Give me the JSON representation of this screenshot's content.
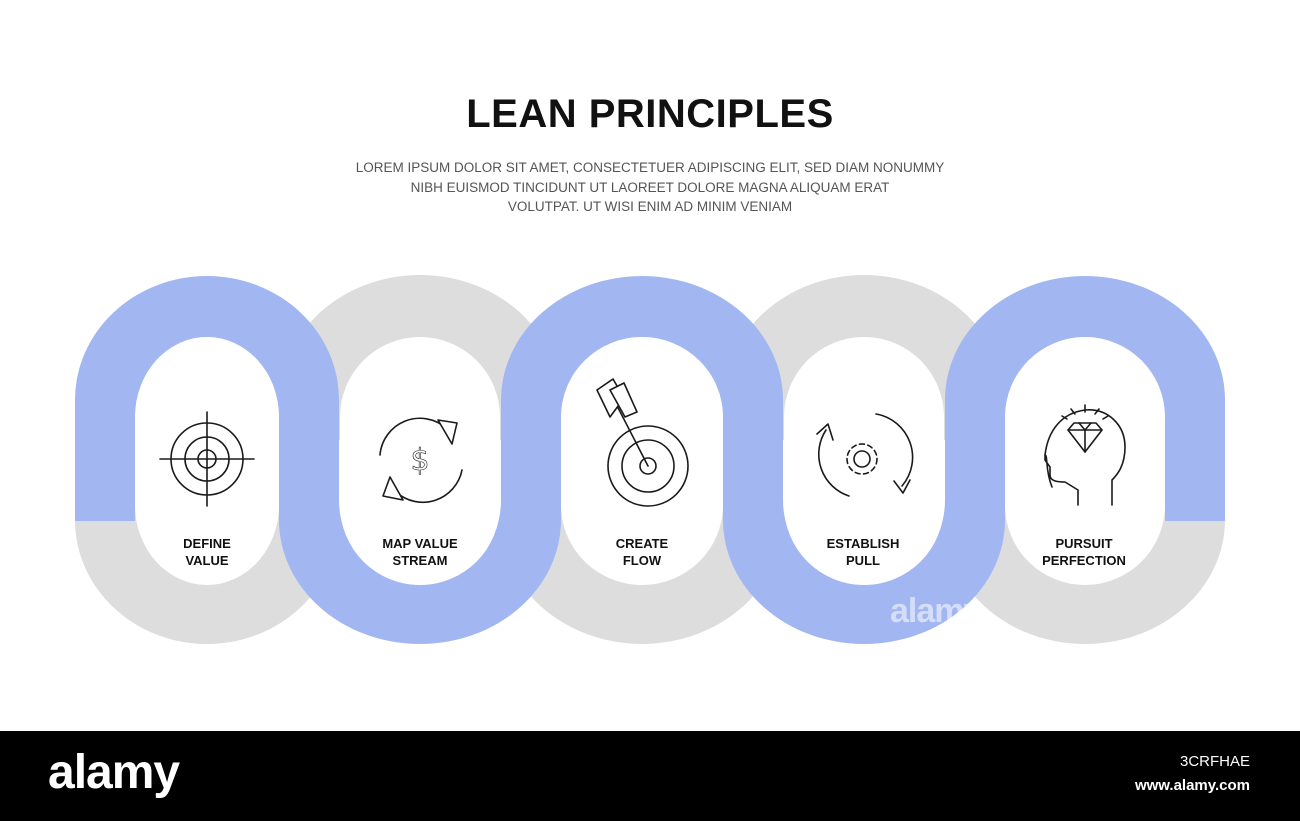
{
  "header": {
    "title": "LEAN PRINCIPLES",
    "subtitle_lines": [
      "LOREM IPSUM DOLOR SIT AMET, CONSECTETUER ADIPISCING ELIT, SED DIAM NONUMMY",
      "NIBH EUISMOD TINCIDUNT UT LAOREET DOLORE MAGNA ALIQUAM ERAT",
      "VOLUTPAT. UT WISI ENIM AD MINIM VENIAM"
    ]
  },
  "colors": {
    "blue": "#a2b7f2",
    "grey": "#dddddd",
    "icon_stroke": "#1a1a1a",
    "footer_bg": "#000000"
  },
  "steps": [
    {
      "label_lines": [
        "DEFINE",
        "VALUE"
      ],
      "icon": "target-crosshair-icon"
    },
    {
      "label_lines": [
        "MAP VALUE",
        "STREAM"
      ],
      "icon": "dollar-cycle-icon"
    },
    {
      "label_lines": [
        "CREATE",
        "FLOW"
      ],
      "icon": "dart-target-icon"
    },
    {
      "label_lines": [
        "ESTABLISH",
        "PULL"
      ],
      "icon": "gear-cycle-icon"
    },
    {
      "label_lines": [
        "PURSUIT",
        "PERFECTION"
      ],
      "icon": "head-diamond-icon"
    }
  ],
  "footer": {
    "logo": "alamy",
    "image_code": "3CRFHAE",
    "site": "www.alamy.com"
  },
  "watermark": "alamy"
}
